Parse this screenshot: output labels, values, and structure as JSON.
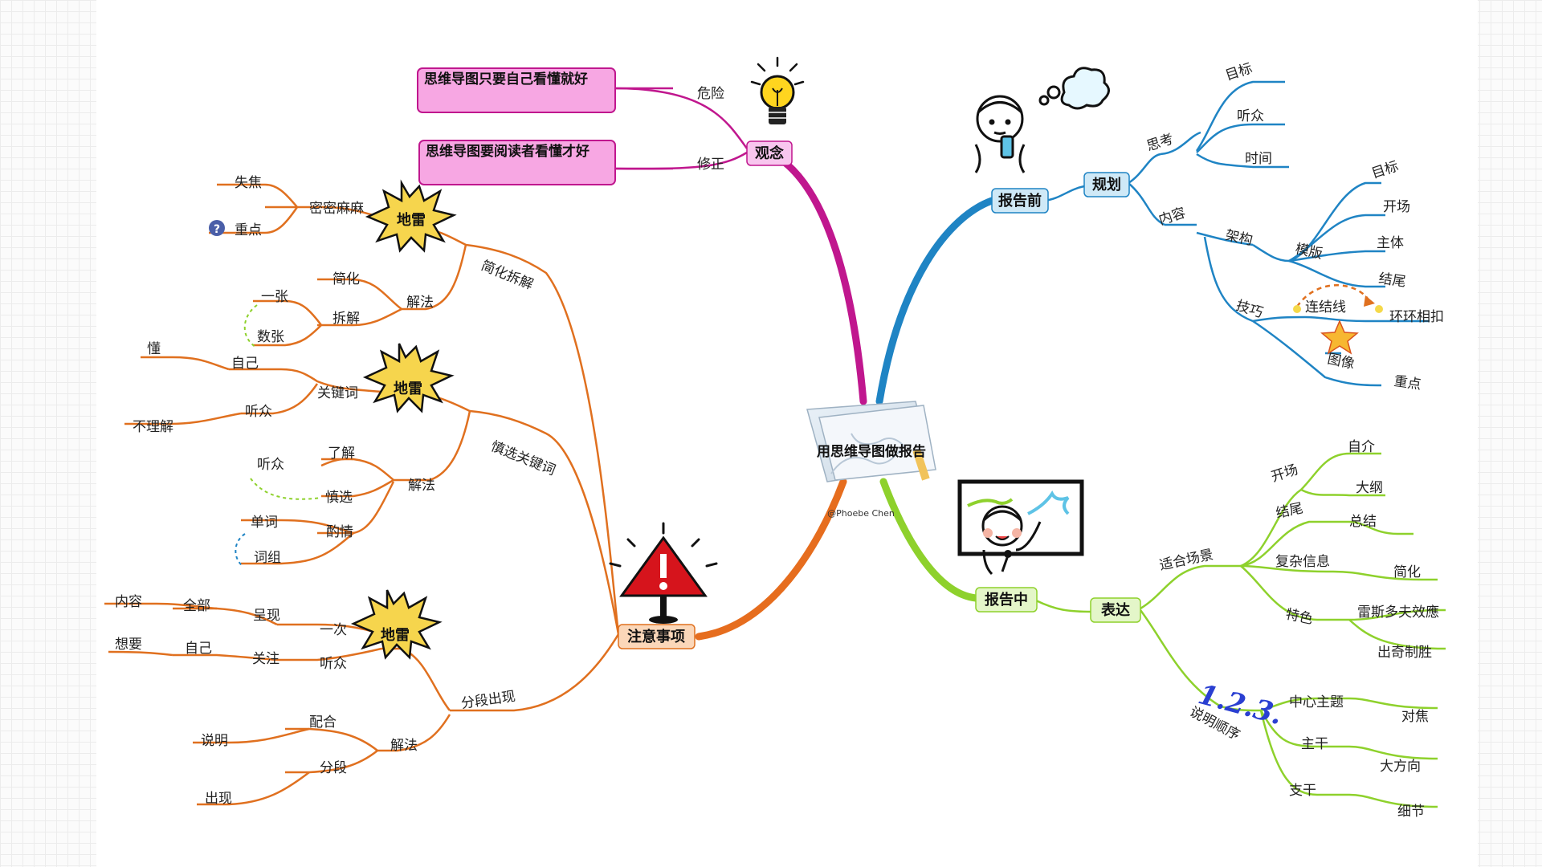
{
  "center": {
    "title": "用思维导图做报告",
    "author": "@Phoebe Chen"
  },
  "colors": {
    "concept": "#c0178e",
    "before": "#1f84c4",
    "during": "#8ed12c",
    "notes": "#e0701f"
  },
  "concept": {
    "label": "观念",
    "danger": "危险",
    "fix": "修正",
    "danger_box": "思维导图只要自己看懂就好",
    "fix_box": "思维导图要阅读者看懂才好"
  },
  "before": {
    "label": "报告前",
    "plan": "规划",
    "think": "思考",
    "think_items": [
      "目标",
      "听众",
      "时间"
    ],
    "content": "内容",
    "structure": "架构",
    "template": "模版",
    "template_items": [
      "目标",
      "开场",
      "主体",
      "结尾"
    ],
    "skill": "技巧",
    "link_line": "连结线",
    "link_result": "环环相扣",
    "image": "图像",
    "image_result": "重点"
  },
  "during": {
    "label": "报告中",
    "express": "表达",
    "scene": "适合场景",
    "opening": "开场",
    "opening_items": [
      "自介",
      "大纲"
    ],
    "ending": "结尾",
    "ending_item": "总结",
    "complex": "复杂信息",
    "complex_item": "简化",
    "feature": "特色",
    "feature_items": [
      "雷斯多夫效應",
      "出奇制胜"
    ],
    "order_badge": "1.2.3.",
    "order": "说明顺序",
    "order_items": [
      {
        "label": "中心主题",
        "value": "对焦"
      },
      {
        "label": "主干",
        "value": "大方向"
      },
      {
        "label": "支干",
        "value": "细节"
      }
    ]
  },
  "notes": {
    "label": "注意事项",
    "mine": "地雷",
    "simplify": {
      "label": "简化拆解",
      "dense": "密密麻麻",
      "lost_focus": "失焦",
      "key": "重点",
      "solution": "解法",
      "simplify": "简化",
      "split": "拆解",
      "one": "一张",
      "many": "数张"
    },
    "keyword": {
      "label": "慎选关键词",
      "kw": "关键词",
      "self": "自己",
      "understand": "懂",
      "audience": "听众",
      "not_understand": "不理解",
      "solution": "解法",
      "know": "了解",
      "know_audience": "听众",
      "careful": "慎选",
      "consider": "酌情",
      "word": "单词",
      "phrase": "词组"
    },
    "segment": {
      "label": "分段出现",
      "once": "一次",
      "present": "呈现",
      "all": "全部",
      "content": "内容",
      "attention": "听众",
      "focus": "关注",
      "self": "自己",
      "want": "想要",
      "solution": "解法",
      "cooperate": "配合",
      "explain": "说明",
      "seg": "分段",
      "appear": "出现"
    }
  }
}
